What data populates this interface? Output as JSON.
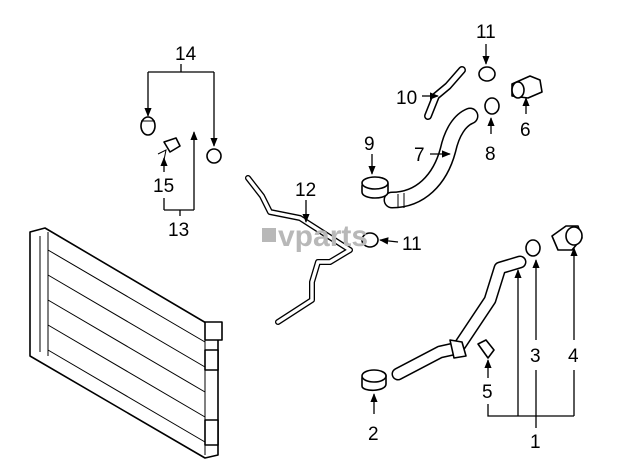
{
  "watermark": "vparts",
  "callouts": {
    "c1": "1",
    "c2": "2",
    "c3": "3",
    "c4": "4",
    "c5": "5",
    "c6": "6",
    "c7": "7",
    "c8": "8",
    "c9": "9",
    "c10": "10",
    "c11a": "11",
    "c11b": "11",
    "c12": "12",
    "c13": "13",
    "c14": "14",
    "c15": "15"
  },
  "colors": {
    "line": "#000000",
    "background": "#ffffff",
    "watermark": "#b8b8b8"
  }
}
